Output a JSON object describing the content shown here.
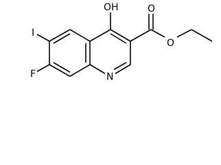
{
  "molecule": {
    "atoms": {
      "oh": "OH",
      "iodine": "I",
      "fluorine": "F",
      "nitrogen": "N",
      "carbonyl_oxygen": "O",
      "ester_oxygen": "O"
    }
  }
}
